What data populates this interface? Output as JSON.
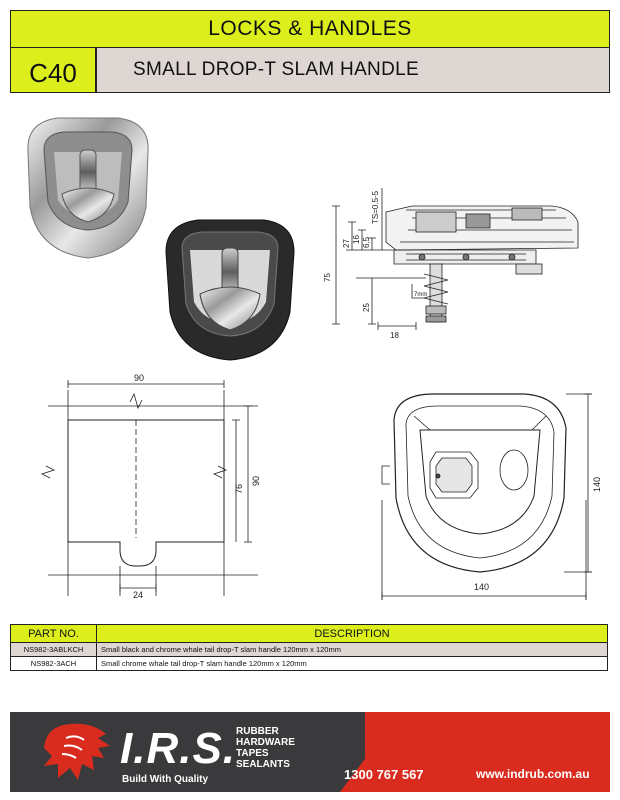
{
  "header": {
    "category": "LOCKS & HANDLES",
    "code": "C40",
    "product_title": "SMALL DROP-T SLAM HANDLE"
  },
  "side_view": {
    "dim_ts": "TS=0.5-5",
    "dim_27": "27",
    "dim_16": "16",
    "dim_6_5": "6.5",
    "dim_75": "75",
    "dim_25": "25",
    "dim_18": "18",
    "dim_7mm": "7mm"
  },
  "cutout": {
    "width": "90",
    "height_outer": "90",
    "height_inner": "76",
    "notch": "24"
  },
  "front_view": {
    "width": "140",
    "height": "140"
  },
  "table": {
    "headers": [
      "PART NO.",
      "DESCRIPTION"
    ],
    "rows": [
      {
        "part": "NS982-3ABLKCH",
        "desc": "Small black and chrome whale tail drop-T slam handle 120mm x 120mm"
      },
      {
        "part": "NS982-3ACH",
        "desc": "Small chrome whale tail drop-T slam handle 120mm x 120mm"
      }
    ]
  },
  "footer": {
    "brand": "I.R.S.",
    "tagline": "Build With Quality",
    "products": [
      "RUBBER",
      "HARDWARE",
      "TAPES",
      "SEALANTS"
    ],
    "phone": "1300 767 567",
    "website": "www.indrub.com.au"
  },
  "colors": {
    "accent_yellow": "#dcef1d",
    "header_grey": "#ddd6d2",
    "footer_dark": "#3a3a3c",
    "footer_red": "#d92c1f"
  }
}
